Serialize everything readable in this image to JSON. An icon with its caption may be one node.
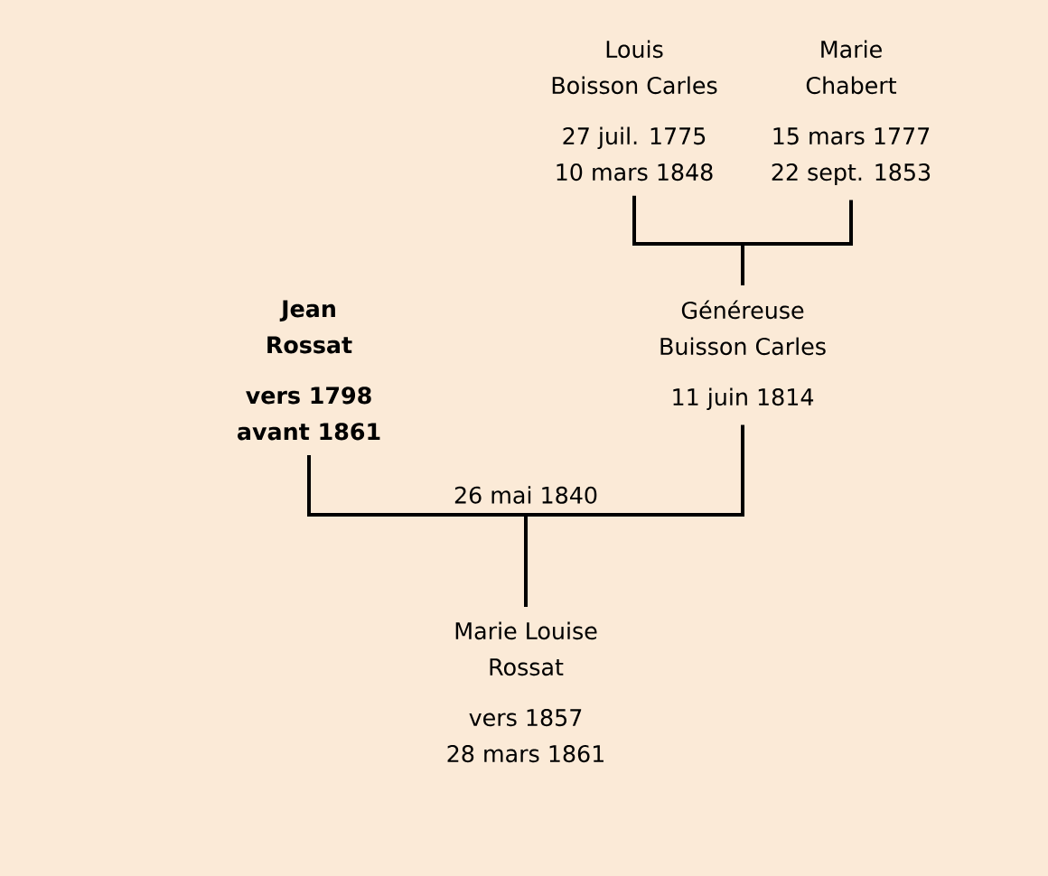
{
  "diagram": {
    "nodes": [
      {
        "text": [
          "Louis",
          "Boisson Carles",
          "27 juil. 1775",
          "10 mars 1848"
        ]
      },
      {
        "text": [
          "Marie",
          "Chabert",
          "15 mars 1777",
          "22 sept. 1853"
        ]
      },
      {
        "text": [
          "Jean",
          "Rossat",
          "vers 1798",
          "avant 1861"
        ]
      },
      {
        "text": [
          "Généreuse",
          "Buisson Carles",
          "11 juin 1814"
        ]
      },
      {
        "text": [
          "Marie Louise",
          "Rossat",
          "vers 1857",
          "28 mars 1861"
        ]
      }
    ],
    "edges": [
      {
        "from": 0,
        "to": 3,
        "arrow": "none"
      },
      {
        "from": 1,
        "to": 3,
        "arrow": "none"
      },
      {
        "from": 2,
        "to": 4,
        "arrow": "none",
        "label": "26 mai 1840"
      },
      {
        "from": 3,
        "to": 4,
        "arrow": "none"
      }
    ]
  }
}
